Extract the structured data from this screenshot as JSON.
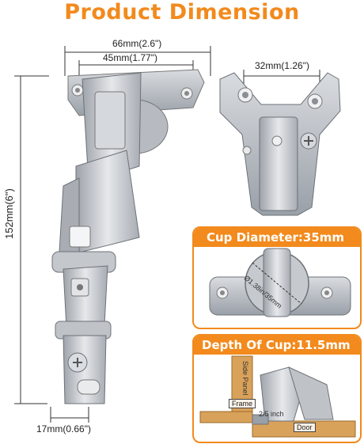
{
  "title": "Product Dimension",
  "dimensions": {
    "outer_width": "66mm(2.6\")",
    "hole_spacing": "45mm(1.77\")",
    "height": "152mm(6\")",
    "arm_width": "17mm(0.66\")",
    "plate_spacing": "32mm(1.26\")"
  },
  "cup_diameter_panel": {
    "heading": "Cup Diameter:35mm",
    "diameter_label": "Ø1.38in/35mm"
  },
  "cup_depth_panel": {
    "heading": "Depth Of Cup:11.5mm",
    "side_panel_label": "Side Panel",
    "frame_label": "Frame",
    "door_label": "Door",
    "gap_label": "2/5 inch"
  },
  "colors": {
    "accent": "#f28a1d",
    "metal": "#c9ccd1",
    "wood": "#d9a25a"
  }
}
